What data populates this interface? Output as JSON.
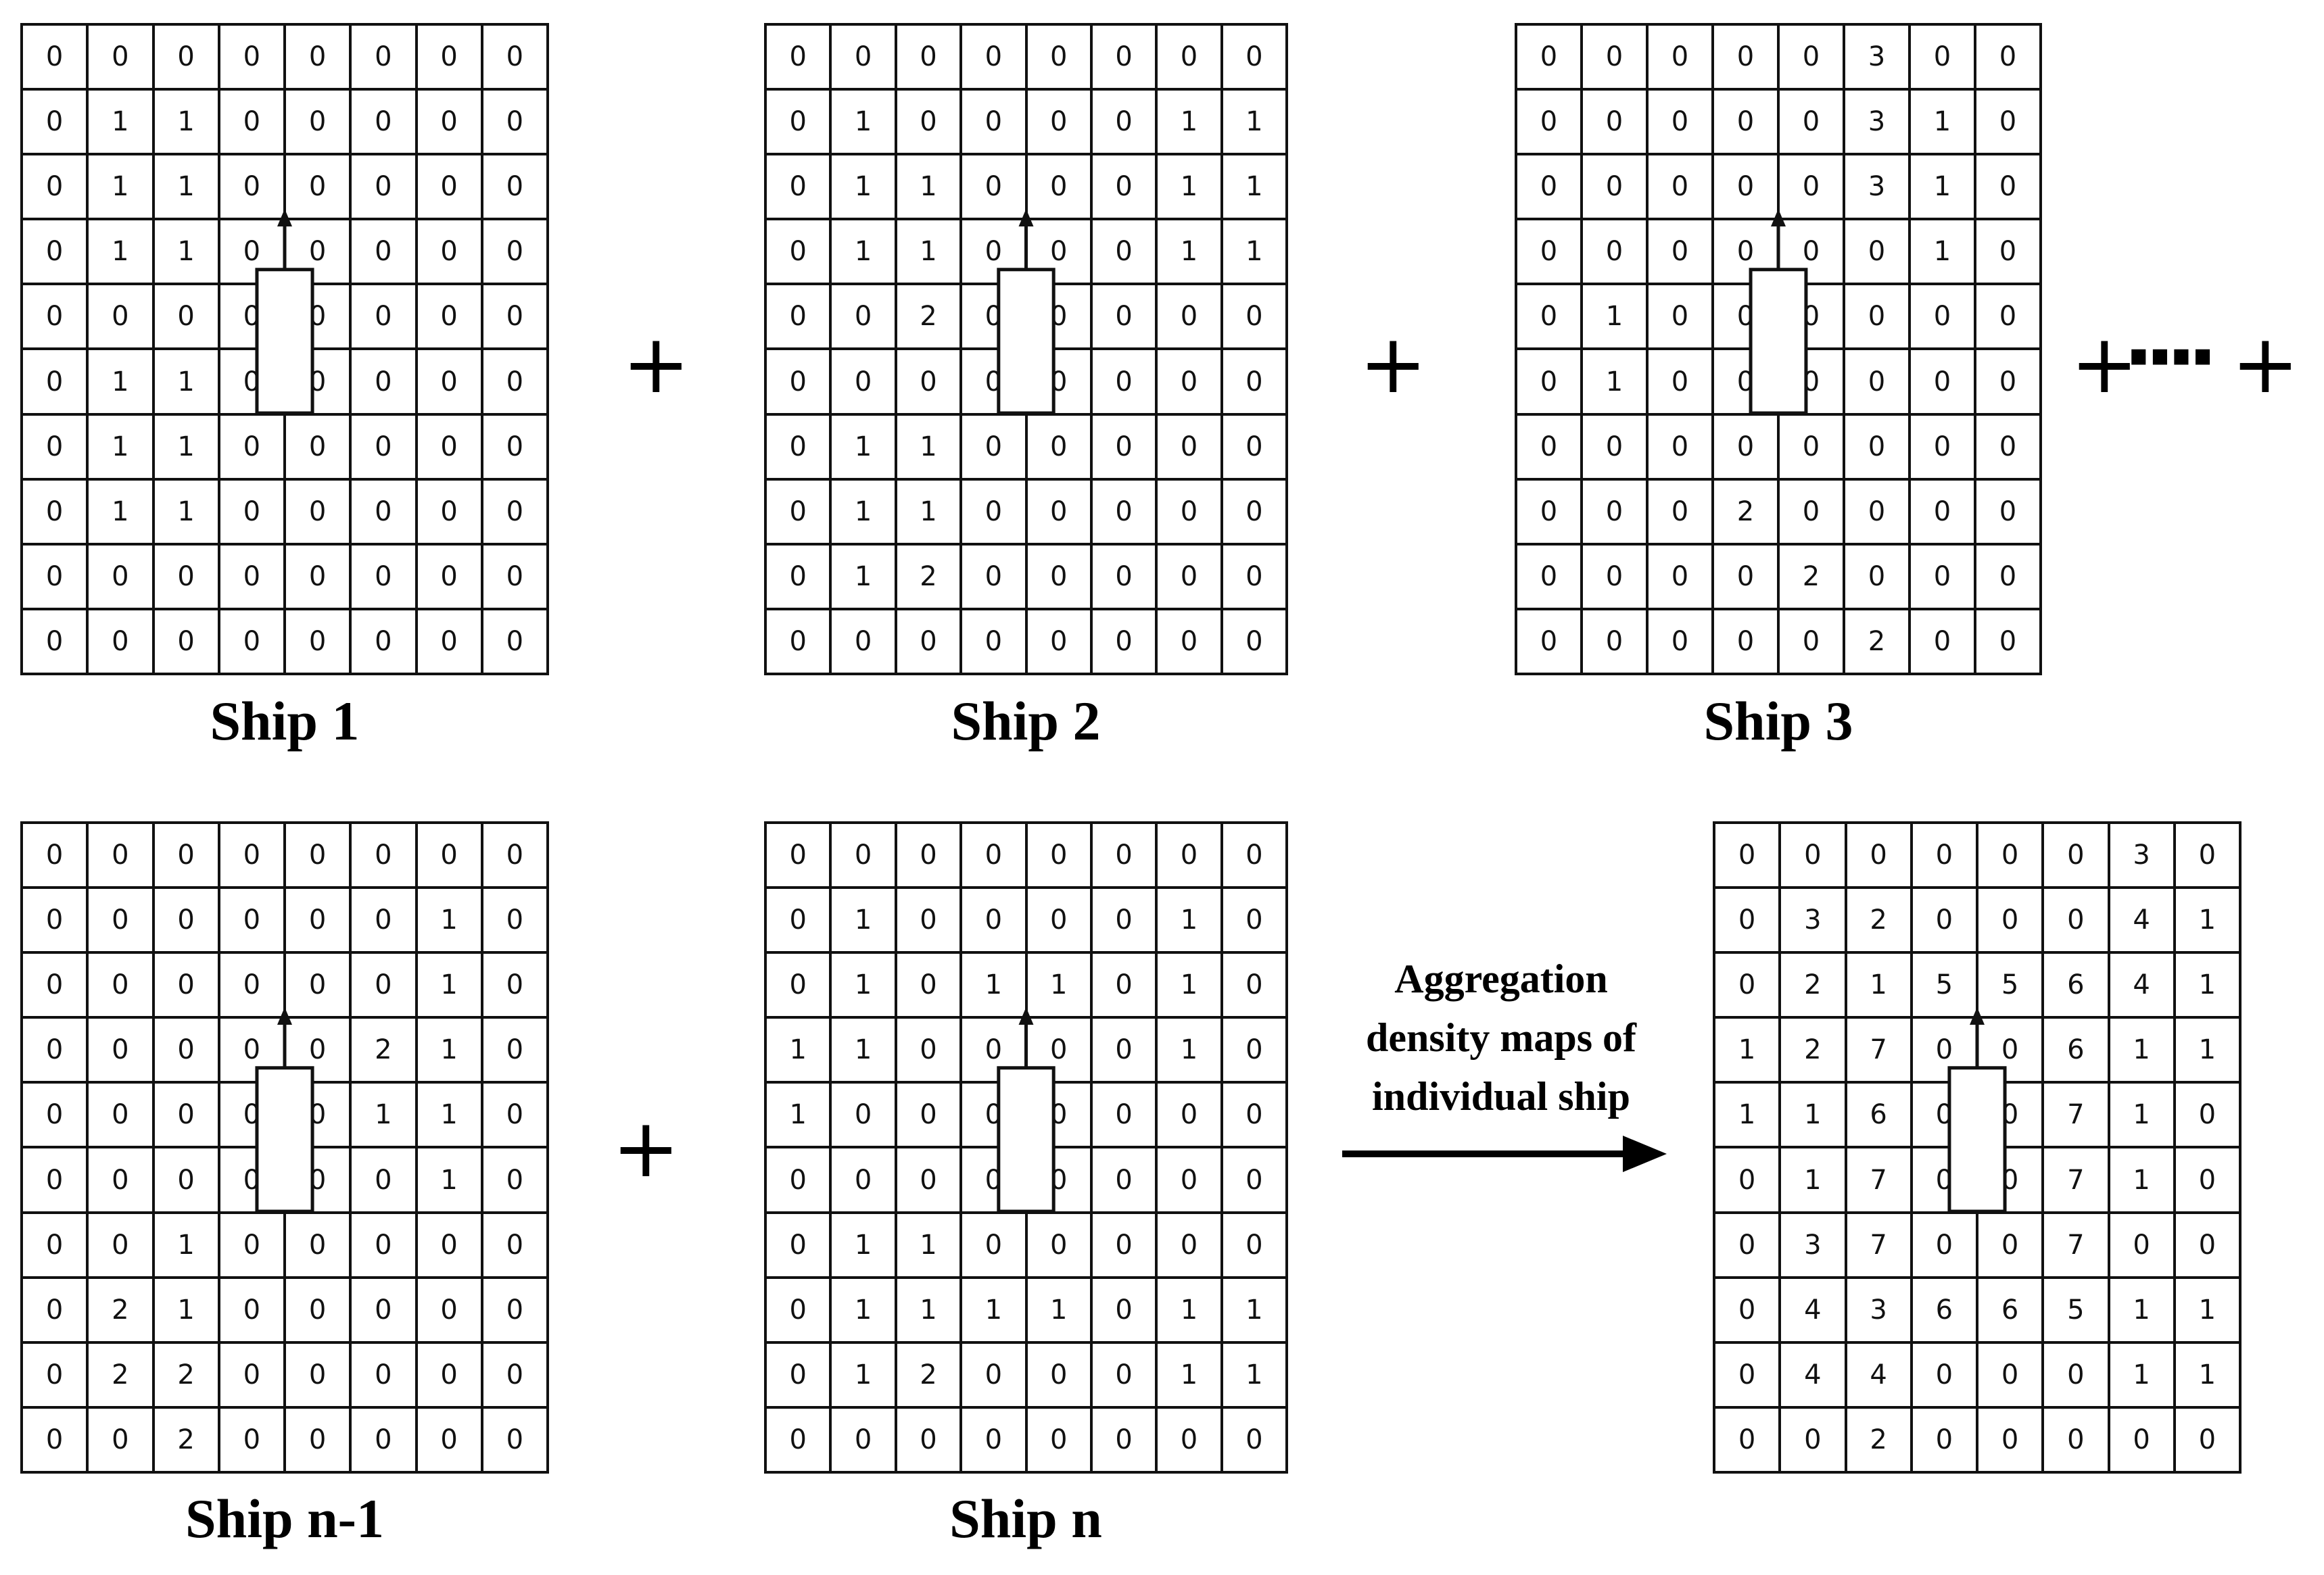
{
  "maps": [
    {
      "label": "Ship 1",
      "cells": [
        [
          0,
          0,
          0,
          0,
          0,
          0,
          0,
          0
        ],
        [
          0,
          1,
          1,
          0,
          0,
          0,
          0,
          0
        ],
        [
          0,
          1,
          1,
          0,
          0,
          0,
          0,
          0
        ],
        [
          0,
          1,
          1,
          0,
          0,
          0,
          0,
          0
        ],
        [
          0,
          0,
          0,
          0,
          0,
          0,
          0,
          0
        ],
        [
          0,
          1,
          1,
          0,
          0,
          0,
          0,
          0
        ],
        [
          0,
          1,
          1,
          0,
          0,
          0,
          0,
          0
        ],
        [
          0,
          1,
          1,
          0,
          0,
          0,
          0,
          0
        ],
        [
          0,
          0,
          0,
          0,
          0,
          0,
          0,
          0
        ],
        [
          0,
          0,
          0,
          0,
          0,
          0,
          0,
          0
        ]
      ]
    },
    {
      "label": "Ship 2",
      "cells": [
        [
          0,
          0,
          0,
          0,
          0,
          0,
          0,
          0
        ],
        [
          0,
          1,
          0,
          0,
          0,
          0,
          1,
          1
        ],
        [
          0,
          1,
          1,
          0,
          0,
          0,
          1,
          1
        ],
        [
          0,
          1,
          1,
          0,
          0,
          0,
          1,
          1
        ],
        [
          0,
          0,
          2,
          0,
          0,
          0,
          0,
          0
        ],
        [
          0,
          0,
          0,
          0,
          0,
          0,
          0,
          0
        ],
        [
          0,
          1,
          1,
          0,
          0,
          0,
          0,
          0
        ],
        [
          0,
          1,
          1,
          0,
          0,
          0,
          0,
          0
        ],
        [
          0,
          1,
          2,
          0,
          0,
          0,
          0,
          0
        ],
        [
          0,
          0,
          0,
          0,
          0,
          0,
          0,
          0
        ]
      ]
    },
    {
      "label": "Ship 3",
      "cells": [
        [
          0,
          0,
          0,
          0,
          0,
          3,
          0,
          0
        ],
        [
          0,
          0,
          0,
          0,
          0,
          3,
          1,
          0
        ],
        [
          0,
          0,
          0,
          0,
          0,
          3,
          1,
          0
        ],
        [
          0,
          0,
          0,
          0,
          0,
          0,
          1,
          0
        ],
        [
          0,
          1,
          0,
          0,
          0,
          0,
          0,
          0
        ],
        [
          0,
          1,
          0,
          0,
          0,
          0,
          0,
          0
        ],
        [
          0,
          0,
          0,
          0,
          0,
          0,
          0,
          0
        ],
        [
          0,
          0,
          0,
          2,
          0,
          0,
          0,
          0
        ],
        [
          0,
          0,
          0,
          0,
          2,
          0,
          0,
          0
        ],
        [
          0,
          0,
          0,
          0,
          0,
          2,
          0,
          0
        ]
      ]
    },
    {
      "label": "Ship n-1",
      "cells": [
        [
          0,
          0,
          0,
          0,
          0,
          0,
          0,
          0
        ],
        [
          0,
          0,
          0,
          0,
          0,
          0,
          1,
          0
        ],
        [
          0,
          0,
          0,
          0,
          0,
          0,
          1,
          0
        ],
        [
          0,
          0,
          0,
          0,
          0,
          2,
          1,
          0
        ],
        [
          0,
          0,
          0,
          0,
          0,
          1,
          1,
          0
        ],
        [
          0,
          0,
          0,
          0,
          0,
          0,
          1,
          0
        ],
        [
          0,
          0,
          1,
          0,
          0,
          0,
          0,
          0
        ],
        [
          0,
          2,
          1,
          0,
          0,
          0,
          0,
          0
        ],
        [
          0,
          2,
          2,
          0,
          0,
          0,
          0,
          0
        ],
        [
          0,
          0,
          2,
          0,
          0,
          0,
          0,
          0
        ]
      ]
    },
    {
      "label": "Ship n",
      "cells": [
        [
          0,
          0,
          0,
          0,
          0,
          0,
          0,
          0
        ],
        [
          0,
          1,
          0,
          0,
          0,
          0,
          1,
          0
        ],
        [
          0,
          1,
          0,
          1,
          1,
          0,
          1,
          0
        ],
        [
          1,
          1,
          0,
          0,
          0,
          0,
          1,
          0
        ],
        [
          1,
          0,
          0,
          0,
          0,
          0,
          0,
          0
        ],
        [
          0,
          0,
          0,
          0,
          0,
          0,
          0,
          0
        ],
        [
          0,
          1,
          1,
          0,
          0,
          0,
          0,
          0
        ],
        [
          0,
          1,
          1,
          1,
          1,
          0,
          1,
          1
        ],
        [
          0,
          1,
          2,
          0,
          0,
          0,
          1,
          1
        ],
        [
          0,
          0,
          0,
          0,
          0,
          0,
          0,
          0
        ]
      ]
    },
    {
      "label": "",
      "cells": [
        [
          0,
          0,
          0,
          0,
          0,
          0,
          3,
          0
        ],
        [
          0,
          3,
          2,
          0,
          0,
          0,
          4,
          1
        ],
        [
          0,
          2,
          1,
          5,
          5,
          6,
          4,
          1
        ],
        [
          1,
          2,
          7,
          0,
          0,
          6,
          1,
          1
        ],
        [
          1,
          1,
          6,
          0,
          0,
          7,
          1,
          0
        ],
        [
          0,
          1,
          7,
          0,
          0,
          7,
          1,
          0
        ],
        [
          0,
          3,
          7,
          0,
          0,
          7,
          0,
          0
        ],
        [
          0,
          4,
          3,
          6,
          6,
          5,
          1,
          1
        ],
        [
          0,
          4,
          4,
          0,
          0,
          0,
          1,
          1
        ],
        [
          0,
          0,
          2,
          0,
          0,
          0,
          0,
          0
        ]
      ]
    }
  ],
  "operators": {
    "plus": "+",
    "dots": "····"
  },
  "aggregation_text": {
    "line1": "Aggregation",
    "line2": "density maps of",
    "line3": "individual ship"
  }
}
